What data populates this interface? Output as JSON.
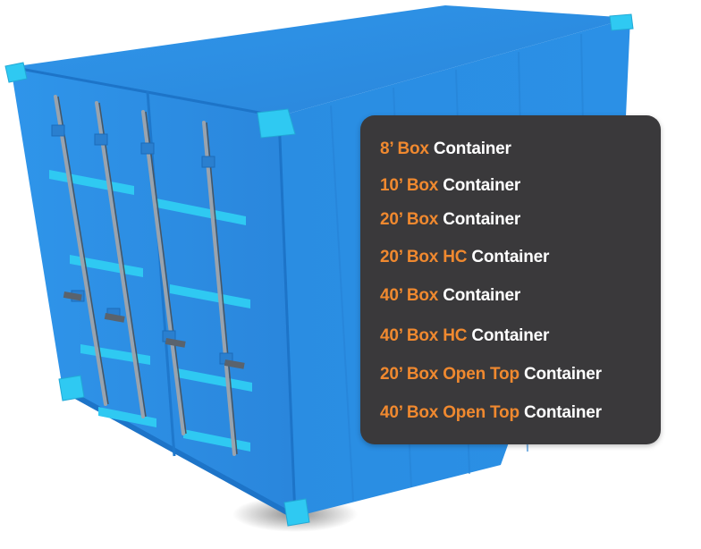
{
  "colors": {
    "container_body": "#2b8fe4",
    "container_dark": "#1a6fc2",
    "container_light": "#49a8f0",
    "container_accent": "#2fc9f2",
    "panel_background": "#3a393b",
    "label_size": "#f0892f",
    "label_suffix": "#ffffff"
  },
  "container_types": [
    {
      "size": "8’ Box",
      "suffix": "Container"
    },
    {
      "size": "10’ Box",
      "suffix": "Container"
    },
    {
      "size": "20’ Box",
      "suffix": "Container"
    },
    {
      "size": "20’ Box HC",
      "suffix": "Container"
    },
    {
      "size": "40’ Box",
      "suffix": "Container"
    },
    {
      "size": "40’ Box HC",
      "suffix": "Container"
    },
    {
      "size": "20’ Box Open Top",
      "suffix": "Container"
    },
    {
      "size": "40’ Box Open Top",
      "suffix": "Container"
    }
  ]
}
